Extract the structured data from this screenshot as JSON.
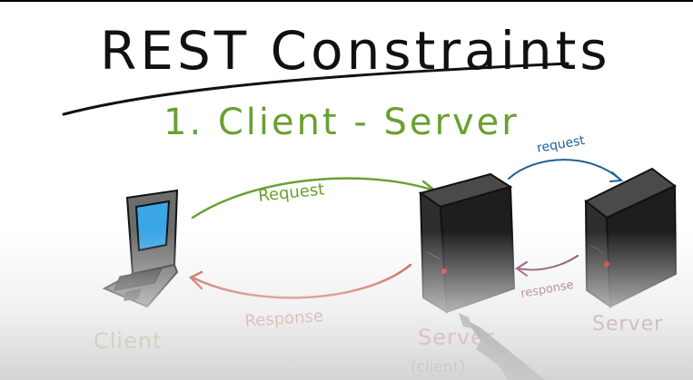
{
  "title": "REST Constraints",
  "subtitle": "1. Client - Server",
  "labels": {
    "client": "Client",
    "request_main": "Request",
    "response_main": "Response",
    "server_middle": "Server",
    "server_middle_note": "(client)",
    "request_small": "request",
    "response_small": "response",
    "server_right": "Server"
  },
  "colors": {
    "ink": "#111111",
    "green": "#6aa032",
    "red": "#c0392b",
    "blue": "#1f5f99",
    "purple": "#7a2a5a",
    "screen": "#3aa6e6",
    "server_body": "#222222",
    "server_light": "#d11a1a"
  },
  "icons": [
    "laptop-icon",
    "server-icon",
    "pen-icon"
  ]
}
